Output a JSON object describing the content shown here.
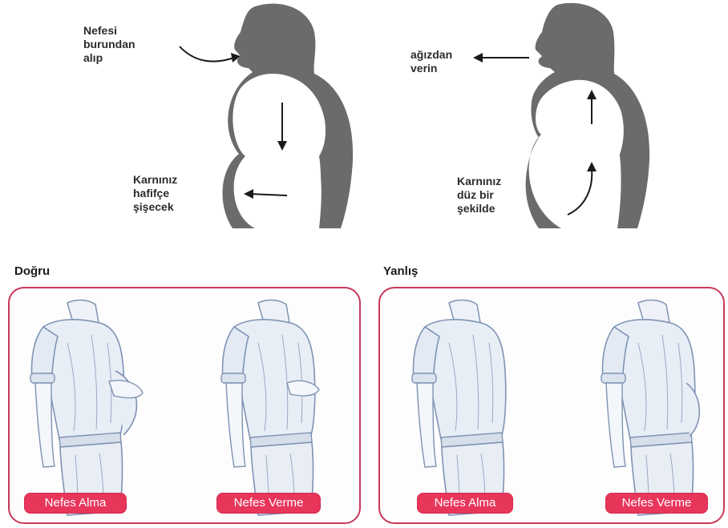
{
  "breathing_diagram": {
    "inhale": {
      "nose_label": "Nefesi\nburundan\nalıp",
      "belly_label": "Karnınız\nhafifçe\nşişecek"
    },
    "exhale": {
      "mouth_label": "ağızdan\nverin",
      "belly_label": "Karnınız\ndüz bir\nşekilde"
    },
    "colors": {
      "silhouette": "#6b6b6b",
      "arrow": "#1a1a1a"
    }
  },
  "comparison": {
    "correct": {
      "title": "Doğru",
      "inhale_label": "Nefes Alma",
      "exhale_label": "Nefes Verme"
    },
    "wrong": {
      "title": "Yanlış",
      "inhale_label": "Nefes Alma",
      "exhale_label": "Nefes Verme"
    },
    "colors": {
      "frame": "#c8385a",
      "pill": "#e8365b",
      "pill_text": "#ffffff",
      "sketch": "#7f93b3"
    }
  }
}
